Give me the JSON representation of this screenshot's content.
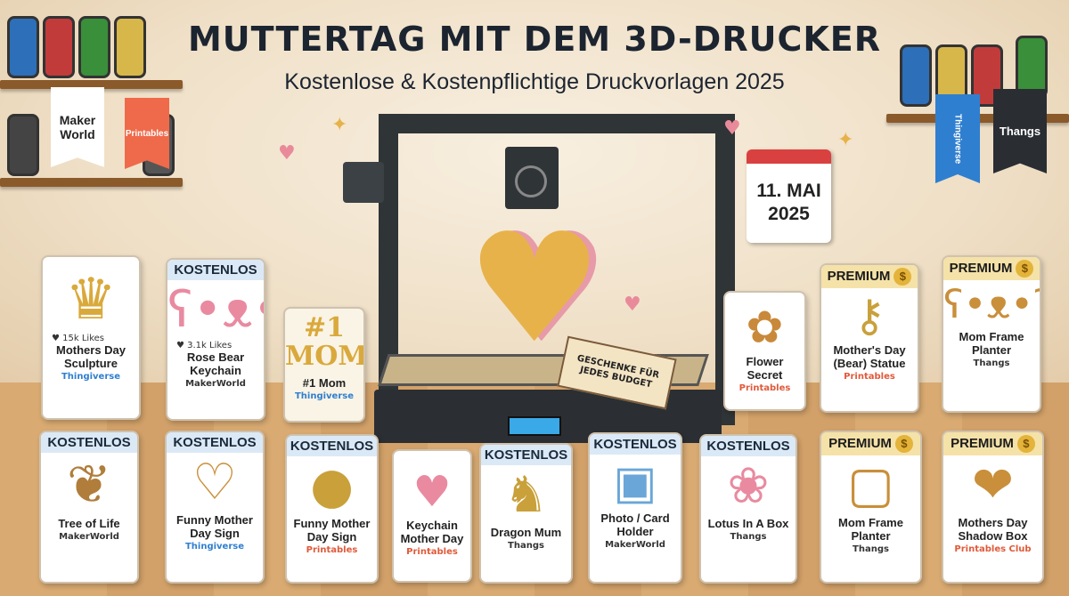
{
  "header": {
    "title": "MUTTERTAG MIT DEM 3D-DRUCKER",
    "subtitle": "Kostenlose & Kostenpflichtige Druckvorlagen 2025"
  },
  "banners": {
    "makerworld": "Maker World",
    "printables": "Printables",
    "thingiverse": "Thingiverse",
    "thangs": "Thangs"
  },
  "calendar": {
    "line1": "11. MAI",
    "line2": "2025"
  },
  "center": {
    "mom_text": "#1 MOM",
    "tag": "GESCHENKE FÜR JEDES BUDGET"
  },
  "colors": {
    "free_badge": "#dbe9f7",
    "premium_badge": "#f5e2a8",
    "coin": "#e4b33a"
  },
  "cards": [
    {
      "badge": "",
      "likes": "♥ 15k Likes",
      "name": "Mothers Day Sculpture",
      "source": "Thingiverse",
      "icon": "figure-icon"
    },
    {
      "badge": "KOSTENLOS",
      "likes": "♥ 3.1k Likes",
      "name": "Rose Bear Keychain",
      "source": "MakerWorld",
      "icon": "bear-icon"
    },
    {
      "badge": "",
      "likes": "",
      "name": "#1 Mom",
      "source": "Thingiverse",
      "icon": "mom-icon"
    },
    {
      "badge": "",
      "likes": "",
      "name": "Flower Secret",
      "source": "Printables",
      "icon": "flower-icon"
    },
    {
      "badge": "PREMIUM",
      "likes": "",
      "name": "Mother's Day (Bear) Statue",
      "source": "Printables",
      "icon": "key-icon"
    },
    {
      "badge": "PREMIUM",
      "likes": "",
      "name": "Mom Frame Planter",
      "source": "Thangs",
      "icon": "bear-planter-icon"
    },
    {
      "badge": "KOSTENLOS",
      "likes": "",
      "name": "Tree of Life",
      "source": "MakerWorld",
      "icon": "tree-icon"
    },
    {
      "badge": "KOSTENLOS",
      "likes": "",
      "name": "Funny Mother Day Sign",
      "source": "Thingiverse",
      "icon": "sign-icon"
    },
    {
      "badge": "KOSTENLOS",
      "likes": "",
      "name": "Funny Mother Day Sign",
      "source": "Printables",
      "icon": "badge-icon"
    },
    {
      "badge": "",
      "likes": "",
      "name": "Keychain Mother Day",
      "source": "Printables",
      "icon": "keychain-icon"
    },
    {
      "badge": "KOSTENLOS",
      "likes": "",
      "name": "Dragon Mum",
      "source": "Thangs",
      "icon": "dragon-icon"
    },
    {
      "badge": "KOSTENLOS",
      "likes": "",
      "name": "Photo / Card Holder",
      "source": "MakerWorld",
      "icon": "photo-icon"
    },
    {
      "badge": "KOSTENLOS",
      "likes": "",
      "name": "Lotus In A Box",
      "source": "Thangs",
      "icon": "lotus-icon"
    },
    {
      "badge": "PREMIUM",
      "likes": "",
      "name": "Mom Frame Planter",
      "source": "Thangs",
      "icon": "frame-icon"
    },
    {
      "badge": "PREMIUM",
      "likes": "",
      "name": "Mothers Day Shadow Box",
      "source": "Printables Club",
      "icon": "shadowbox-icon"
    }
  ]
}
